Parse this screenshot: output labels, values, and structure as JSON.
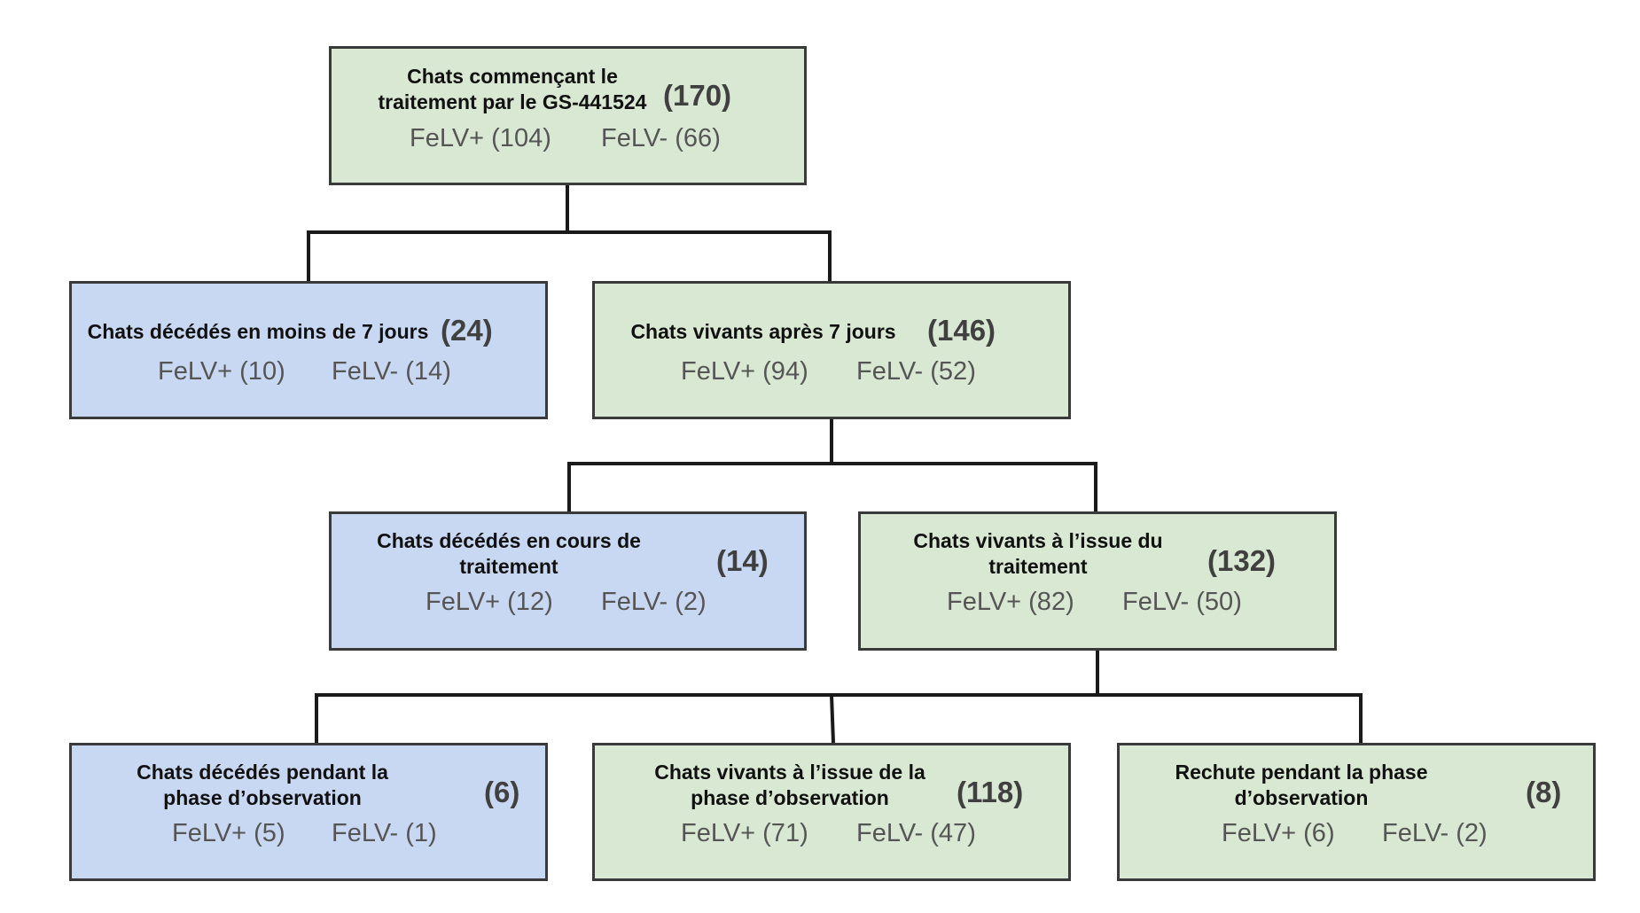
{
  "nodes": {
    "start": {
      "title_line1": "Chats commençant le",
      "title_line2": "traitement par le GS-441524",
      "count": "(170)",
      "felv_pos": "FeLV+ (104)",
      "felv_neg": "FeLV- (66)",
      "fill": "#d9e8d2"
    },
    "died_7days": {
      "title_line1": "Chats décédés en moins de 7 jours",
      "count": "(24)",
      "felv_pos": "FeLV+ (10)",
      "felv_neg": "FeLV- (14)",
      "fill": "#c9d8f2"
    },
    "alive_7days": {
      "title_line1": "Chats vivants après 7 jours",
      "count": "(146)",
      "felv_pos": "FeLV+ (94)",
      "felv_neg": "FeLV- (52)",
      "fill": "#d9e8d2"
    },
    "died_treatment": {
      "title_line1": "Chats décédés en cours de",
      "title_line2": "traitement",
      "count": "(14)",
      "felv_pos": "FeLV+ (12)",
      "felv_neg": "FeLV- (2)",
      "fill": "#c9d8f2"
    },
    "alive_treatment": {
      "title_line1": "Chats vivants à l’issue du",
      "title_line2": "traitement",
      "count": "(132)",
      "felv_pos": "FeLV+ (82)",
      "felv_neg": "FeLV- (50)",
      "fill": "#d9e8d2"
    },
    "died_observation": {
      "title_line1": "Chats décédés pendant la",
      "title_line2": "phase d’observation",
      "count": "(6)",
      "felv_pos": "FeLV+ (5)",
      "felv_neg": "FeLV- (1)",
      "fill": "#c9d8f2"
    },
    "alive_observation": {
      "title_line1": "Chats vivants à l’issue de la",
      "title_line2": "phase d’observation",
      "count": "(118)",
      "felv_pos": "FeLV+ (71)",
      "felv_neg": "FeLV- (47)",
      "fill": "#d9e8d2"
    },
    "relapse_observation": {
      "title_line1": "Rechute pendant la phase",
      "title_line2": "d’observation",
      "count": "(8)",
      "felv_pos": "FeLV+ (6)",
      "felv_neg": "FeLV- (2)",
      "fill": "#d9e8d2"
    }
  },
  "edges": [
    {
      "from": "start",
      "to": "died_7days"
    },
    {
      "from": "start",
      "to": "alive_7days"
    },
    {
      "from": "alive_7days",
      "to": "died_treatment"
    },
    {
      "from": "alive_7days",
      "to": "alive_treatment"
    },
    {
      "from": "alive_treatment",
      "to": "died_observation"
    },
    {
      "from": "alive_treatment",
      "to": "alive_observation"
    },
    {
      "from": "alive_treatment",
      "to": "relapse_observation"
    }
  ]
}
